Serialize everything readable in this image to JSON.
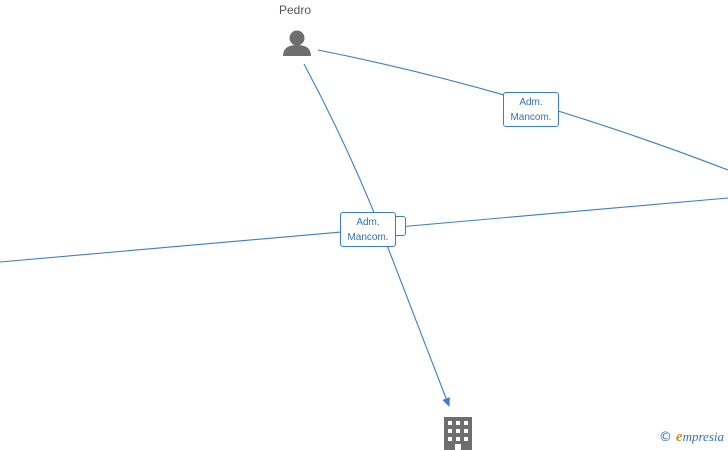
{
  "nodes": {
    "person": {
      "label": "Pedro",
      "icon": "person-icon"
    },
    "company": {
      "icon": "building-icon"
    }
  },
  "edges": {
    "top_right": {
      "line1": "Adm.",
      "line2": "Mancom."
    },
    "center": {
      "line1": "Adm.",
      "line2": "Mancom."
    }
  },
  "watermark": {
    "copyright": "©",
    "brand_e": "e",
    "brand_rest": "mpresia"
  },
  "colors": {
    "edge": "#3a7bd5",
    "icon": "#6e6e6e",
    "label_text": "#2f6fc6"
  }
}
